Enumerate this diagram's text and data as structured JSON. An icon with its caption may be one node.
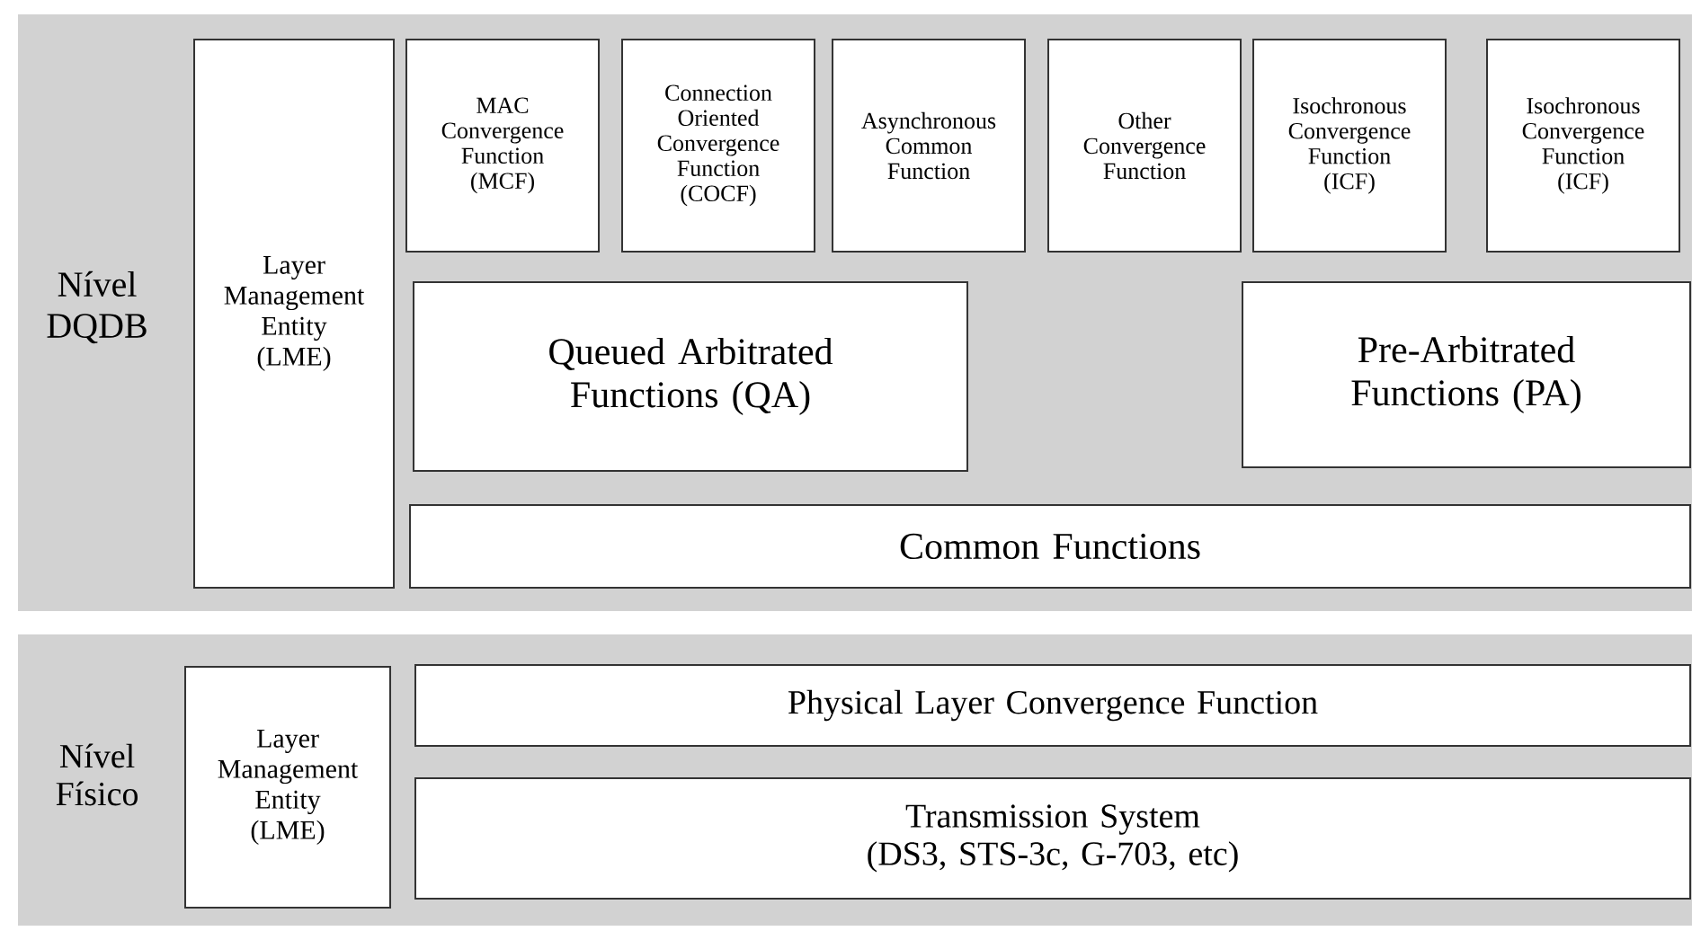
{
  "diagram": {
    "nodes": [
      {
        "text": [
          "Nível DQDB"
        ]
      },
      {
        "text": [
          "Layer Management Entity (LME)"
        ],
        "in": 0
      },
      {
        "text": [
          "MAC Convergence Function (MCF)"
        ],
        "in": 0
      },
      {
        "text": [
          "Connection Oriented Convergence Function (COCF)"
        ],
        "in": 0
      },
      {
        "text": [
          "Asynchronous Common Function"
        ],
        "in": 0
      },
      {
        "text": [
          "Other Convergence Function"
        ],
        "in": 0
      },
      {
        "text": [
          "Isochronous Convergence Function (ICF)"
        ],
        "in": 0
      },
      {
        "text": [
          "Isochronous Convergence Function (ICF)"
        ],
        "in": 0
      },
      {
        "text": [
          "Queued Arbitrated Functions (QA)"
        ],
        "in": 0
      },
      {
        "text": [
          "Pre-Arbitrated Functions (PA)"
        ],
        "in": 0
      },
      {
        "text": [
          "Common Functions"
        ],
        "in": 0
      },
      {
        "text": [
          "Nível Físico"
        ]
      },
      {
        "text": [
          "Layer Management Entity (LME)"
        ],
        "in": 11
      },
      {
        "text": [
          "Physical Layer Convergence Function"
        ],
        "in": 11
      },
      {
        "text": [
          "Transmission System (DS3, STS-3c, G-703, etc)"
        ],
        "in": 11
      }
    ]
  }
}
